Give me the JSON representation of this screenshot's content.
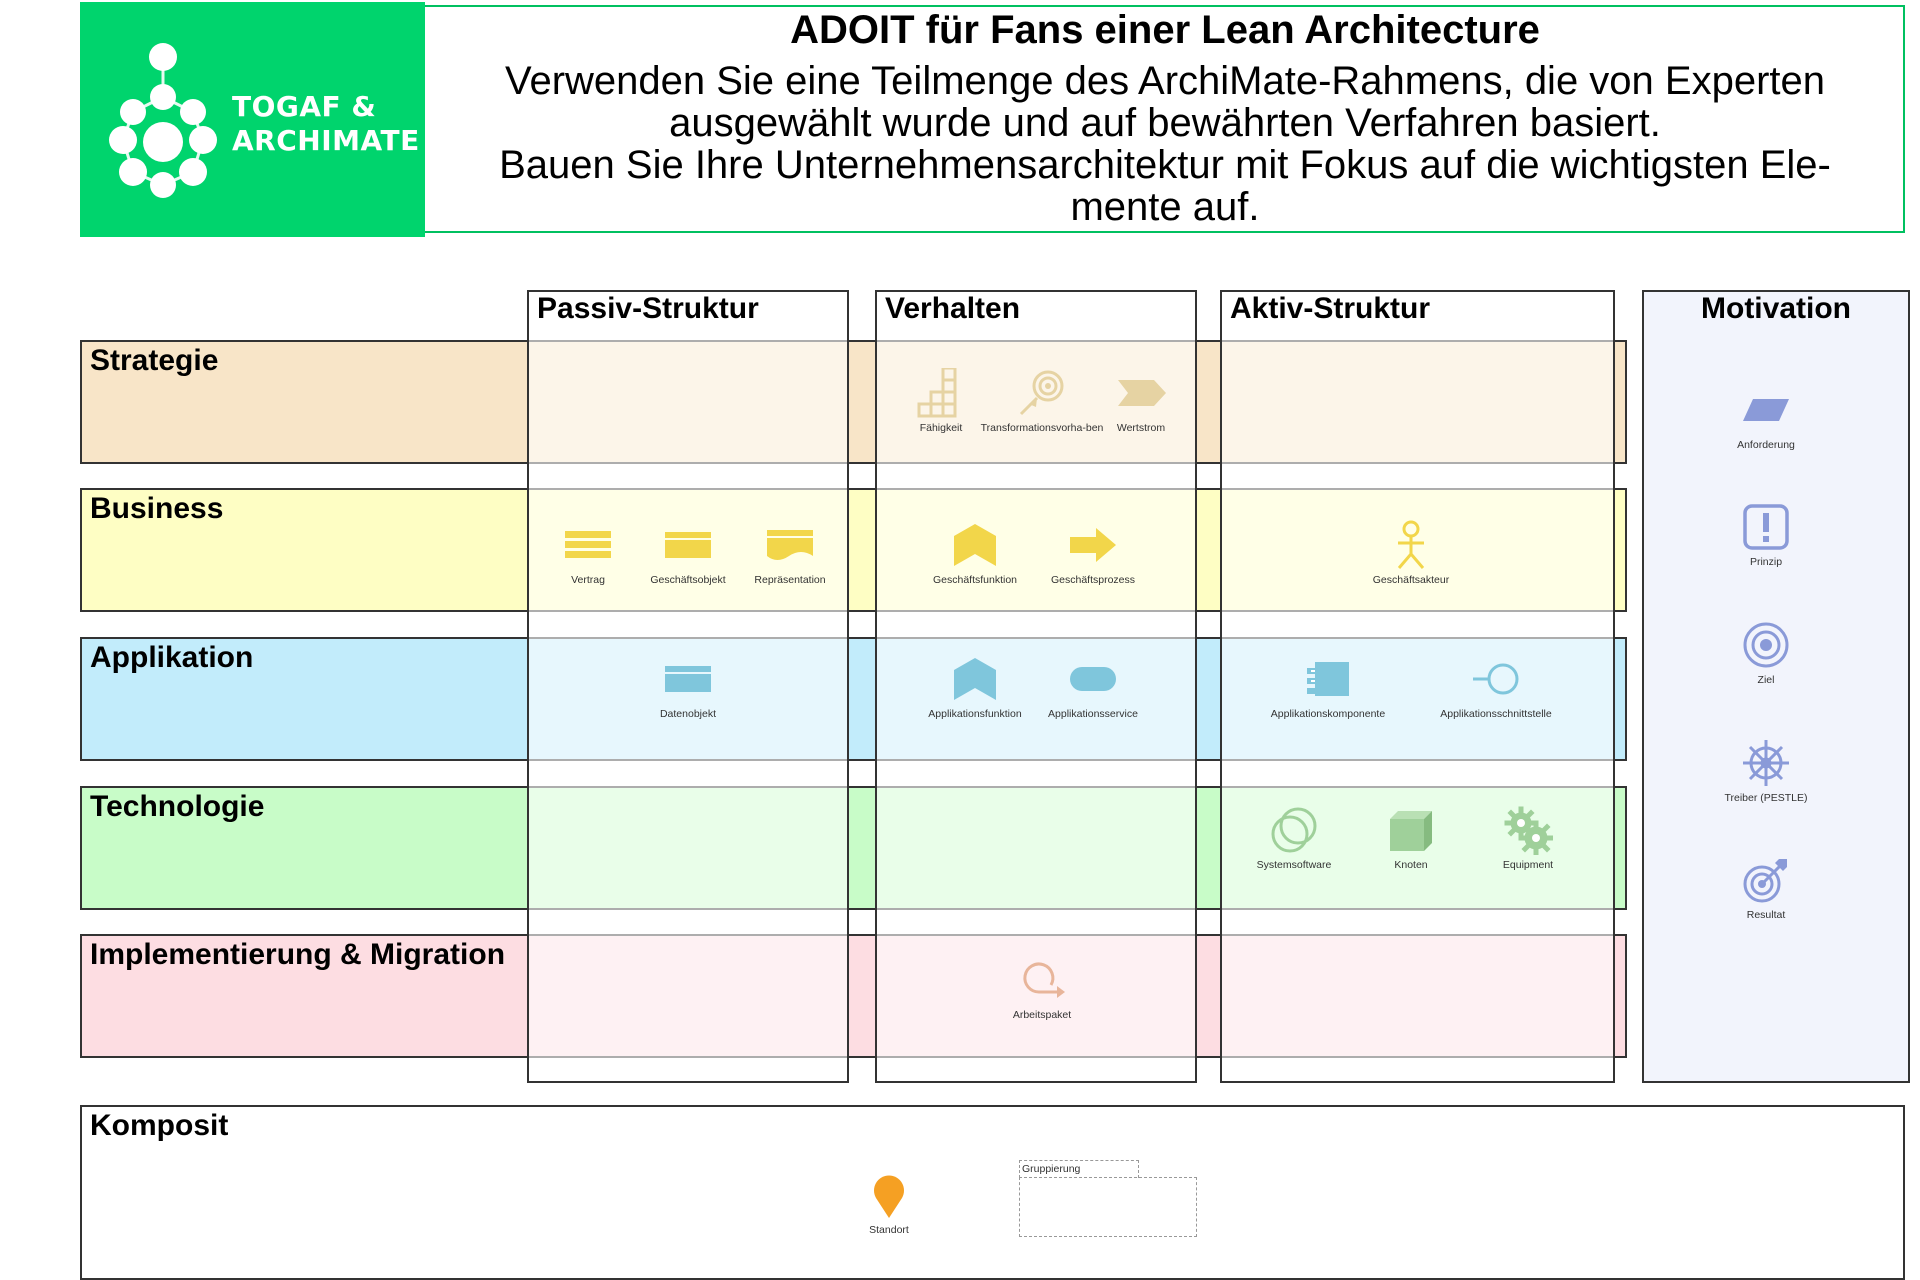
{
  "header": {
    "title": "ADOIT für Fans einer Lean Architecture",
    "subtitle_lines": [
      "Verwenden Sie eine Teilmenge des ArchiMate-Rahmens, die von Experten",
      "ausgewählt wurde und auf bewährten Verfahren basiert.",
      "Bauen Sie Ihre Unternehmensarchitektur mit Fokus auf die wichtigsten Ele-",
      "mente auf."
    ],
    "logo_line1": "TOGAF &",
    "logo_line2": "ARCHIMATE",
    "logo_color": "#00d46d"
  },
  "columns": {
    "passive": "Passiv-Struktur",
    "behavior": "Verhalten",
    "active": "Aktiv-Struktur",
    "motivation": "Motivation"
  },
  "layers": {
    "strategy": {
      "label": "Strategie",
      "color": "#f8e5c8"
    },
    "business": {
      "label": "Business",
      "color": "#fefec4"
    },
    "application": {
      "label": "Applikation",
      "color": "#c2ecfb"
    },
    "technology": {
      "label": "Technologie",
      "color": "#c8fcc8"
    },
    "implementation": {
      "label": "Implementierung & Migration",
      "color": "#fddde2"
    }
  },
  "elements": {
    "capability": {
      "label": "Fähigkeit",
      "icon": "capability-icon"
    },
    "course_of_action": {
      "label": "Transformationsvorha-ben",
      "icon": "course-of-action-icon"
    },
    "value_stream": {
      "label": "Wertstrom",
      "icon": "value-stream-icon"
    },
    "contract": {
      "label": "Vertrag",
      "icon": "contract-icon"
    },
    "business_object": {
      "label": "Geschäftsobjekt",
      "icon": "business-object-icon"
    },
    "representation": {
      "label": "Repräsentation",
      "icon": "representation-icon"
    },
    "business_function": {
      "label": "Geschäftsfunktion",
      "icon": "business-function-icon"
    },
    "business_process": {
      "label": "Geschäftsprozess",
      "icon": "business-process-icon"
    },
    "business_actor": {
      "label": "Geschäftsakteur",
      "icon": "business-actor-icon"
    },
    "data_object": {
      "label": "Datenobjekt",
      "icon": "data-object-icon"
    },
    "application_function": {
      "label": "Applikationsfunktion",
      "icon": "application-function-icon"
    },
    "application_service": {
      "label": "Applikationsservice",
      "icon": "application-service-icon"
    },
    "application_component": {
      "label": "Applikationskomponente",
      "icon": "application-component-icon"
    },
    "application_interface": {
      "label": "Applikationsschnittstelle",
      "icon": "application-interface-icon"
    },
    "system_software": {
      "label": "Systemsoftware",
      "icon": "system-software-icon"
    },
    "node": {
      "label": "Knoten",
      "icon": "node-icon"
    },
    "equipment": {
      "label": "Equipment",
      "icon": "equipment-icon"
    },
    "work_package": {
      "label": "Arbeitspaket",
      "icon": "work-package-icon"
    },
    "requirement": {
      "label": "Anforderung",
      "icon": "requirement-icon"
    },
    "principle": {
      "label": "Prinzip",
      "icon": "principle-icon"
    },
    "goal": {
      "label": "Ziel",
      "icon": "goal-icon"
    },
    "driver": {
      "label": "Treiber (PESTLE)",
      "icon": "driver-icon"
    },
    "outcome": {
      "label": "Resultat",
      "icon": "outcome-icon"
    },
    "location": {
      "label": "Standort",
      "icon": "location-icon"
    },
    "grouping": {
      "label": "Gruppierung",
      "icon": "grouping-icon"
    }
  },
  "composite": {
    "label": "Komposit"
  },
  "colors": {
    "strategy_icon": "#e6d3a3",
    "business_icon": "#f2d64a",
    "application_icon": "#7fc6dc",
    "technology_icon": "#9fd09a",
    "implementation_icon": "#e8b59a",
    "motivation_icon": "#8a9ad8",
    "location_icon": "#f5a023"
  }
}
